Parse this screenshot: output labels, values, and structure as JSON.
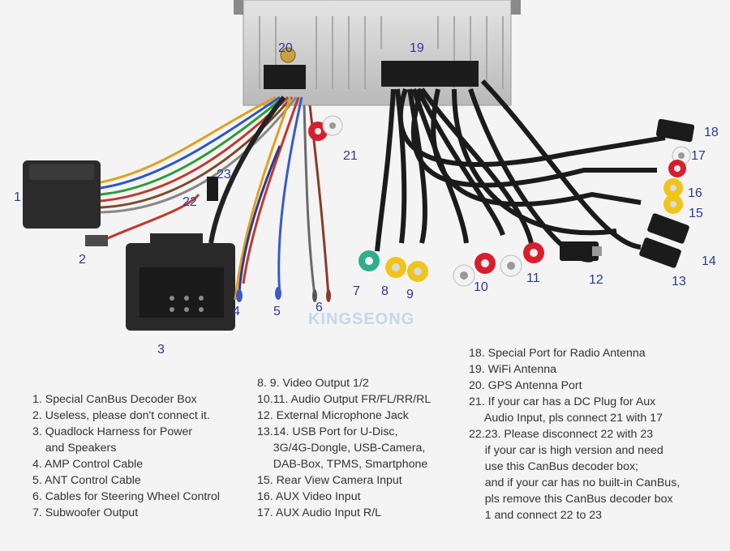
{
  "callouts": {
    "c1": "1",
    "c2": "2",
    "c3": "3",
    "c4": "4",
    "c5": "5",
    "c6": "6",
    "c7": "7",
    "c8": "8",
    "c9": "9",
    "c10": "10",
    "c11": "11",
    "c12": "12",
    "c13": "13",
    "c14": "14",
    "c15": "15",
    "c16": "16",
    "c17": "17",
    "c18": "18",
    "c19": "19",
    "c20": "20",
    "c21": "21",
    "c22": "22",
    "c23": "23"
  },
  "brand": "KINGSEONG",
  "legend": {
    "left": [
      "1. Special CanBus Decoder Box",
      "2. Useless, please don't connect it.",
      "3. Quadlock Harness for Power",
      "    and Speakers",
      "4. AMP Control Cable",
      "5. ANT Control Cable",
      "6. Cables for Steering Wheel Control",
      "7. Subwoofer Output"
    ],
    "middle": [
      "8. 9. Video Output 1/2",
      "10.11. Audio Output FR/FL/RR/RL",
      "12. External Microphone Jack",
      "13.14. USB Port for U-Disc,",
      "     3G/4G-Dongle, USB-Camera,",
      "     DAB-Box, TPMS, Smartphone",
      "15. Rear View Camera Input",
      "16. AUX Video Input",
      "17. AUX Audio Input R/L"
    ],
    "right": [
      "18. Special Port for Radio Antenna",
      "19. WiFi Antenna",
      "20. GPS Antenna Port",
      "21. If your car has a DC Plug for Aux",
      "     Audio Input, pls connect 21 with 17",
      "22.23. Please disconnect 22 with 23",
      "     if your car is high version and need",
      "     use this CanBus decoder box;",
      "     and if your car has no built-in CanBus,",
      "     pls remove this CanBus decoder box",
      "     1 and connect 22 to 23"
    ]
  },
  "colors": {
    "callout": "#2a3a92",
    "rca_red": "#d81e2c",
    "rca_white": "#f2f2f2",
    "rca_yellow": "#f0c419",
    "rca_green": "#2fae8e",
    "cable_black": "#1b1b1b",
    "box_black": "#2b2b2b"
  }
}
